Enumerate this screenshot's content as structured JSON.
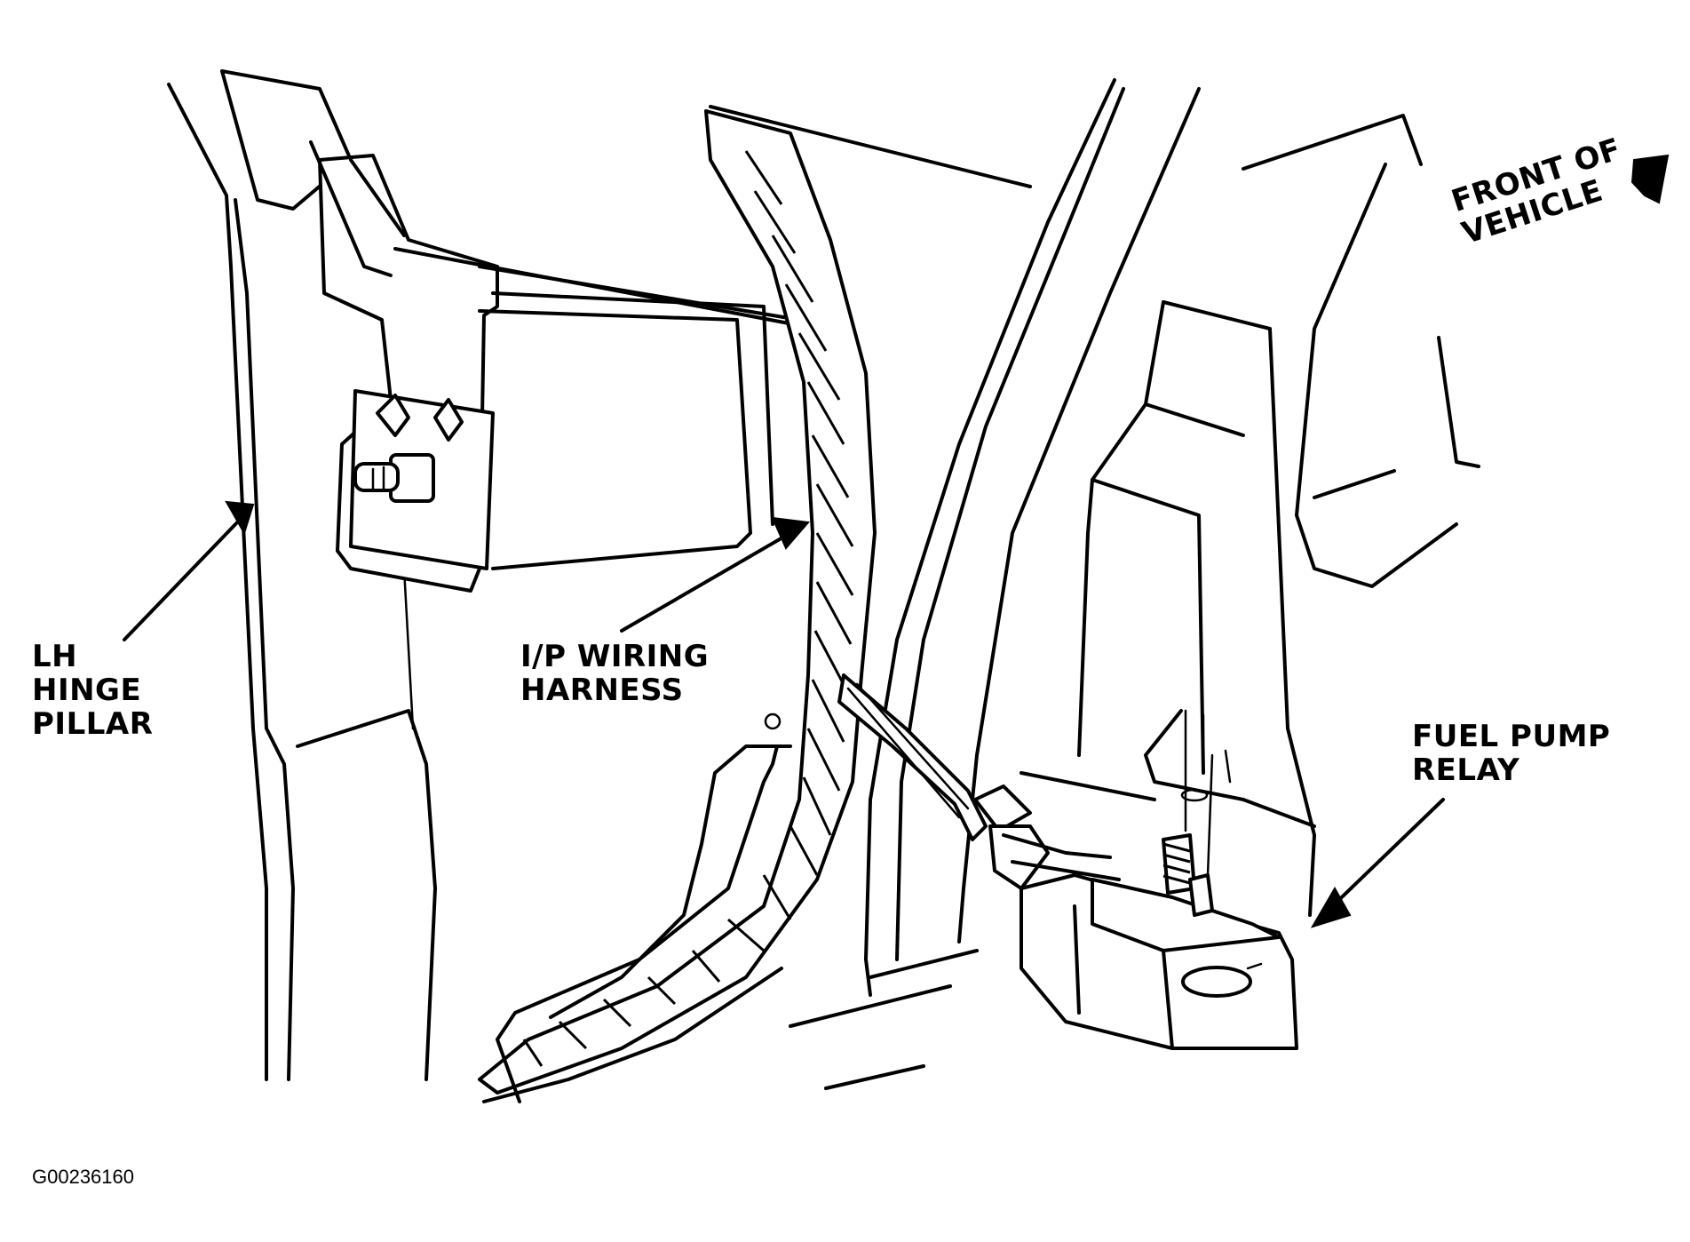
{
  "labels": {
    "lh_hinge_pillar": "LH\nHINGE\nPILLAR",
    "ip_wiring_harness": "I/P WIRING\nHARNESS",
    "fuel_pump_relay": "FUEL PUMP\nRELAY",
    "front_of_vehicle": "FRONT OF\nVEHICLE"
  },
  "figure_id": "G00236160",
  "colors": {
    "ink": "#000000",
    "paper": "#ffffff"
  }
}
